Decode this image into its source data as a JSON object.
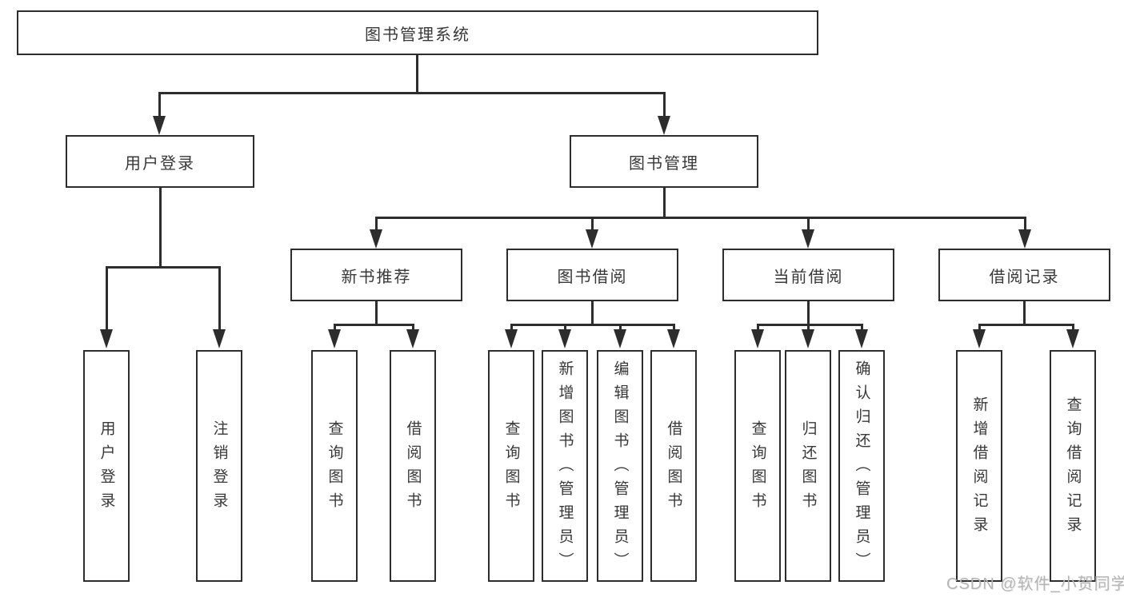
{
  "diagram": {
    "root": {
      "label": "图书管理系统"
    },
    "level2": [
      {
        "label": "用户登录"
      },
      {
        "label": "图书管理"
      }
    ],
    "level3": [
      {
        "label": "新书推荐"
      },
      {
        "label": "图书借阅"
      },
      {
        "label": "当前借阅"
      },
      {
        "label": "借阅记录"
      }
    ],
    "leaves": [
      {
        "label": "用户登录"
      },
      {
        "label": "注销登录"
      },
      {
        "label": "查询图书"
      },
      {
        "label": "借阅图书"
      },
      {
        "label": "查询图书"
      },
      {
        "label": "新增图书（管理员）"
      },
      {
        "label": "编辑图书（管理员）"
      },
      {
        "label": "借阅图书"
      },
      {
        "label": "查询图书"
      },
      {
        "label": "归还图书"
      },
      {
        "label": "确认归还（管理员）"
      },
      {
        "label": "新增借阅记录"
      },
      {
        "label": "查询借阅记录"
      }
    ]
  },
  "watermark": {
    "text": "CSDN @软件_小贺同学"
  },
  "colors": {
    "line": "#2d2d2d",
    "text": "#383838",
    "background": "#ffffff",
    "watermark": "#b5b5b5"
  }
}
